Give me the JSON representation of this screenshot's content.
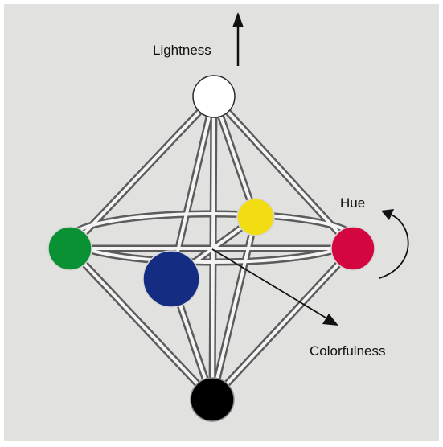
{
  "labels": {
    "lightness": "Lightness",
    "hue": "Hue",
    "colorfulness": "Colorfulness"
  },
  "colors": {
    "background": "#e1e1df",
    "white_node": "#ffffff",
    "black_node": "#000000",
    "green_node": "#0a9134",
    "red_node": "#d4063f",
    "yellow_node": "#f1dd12",
    "blue_node": "#142c82"
  }
}
